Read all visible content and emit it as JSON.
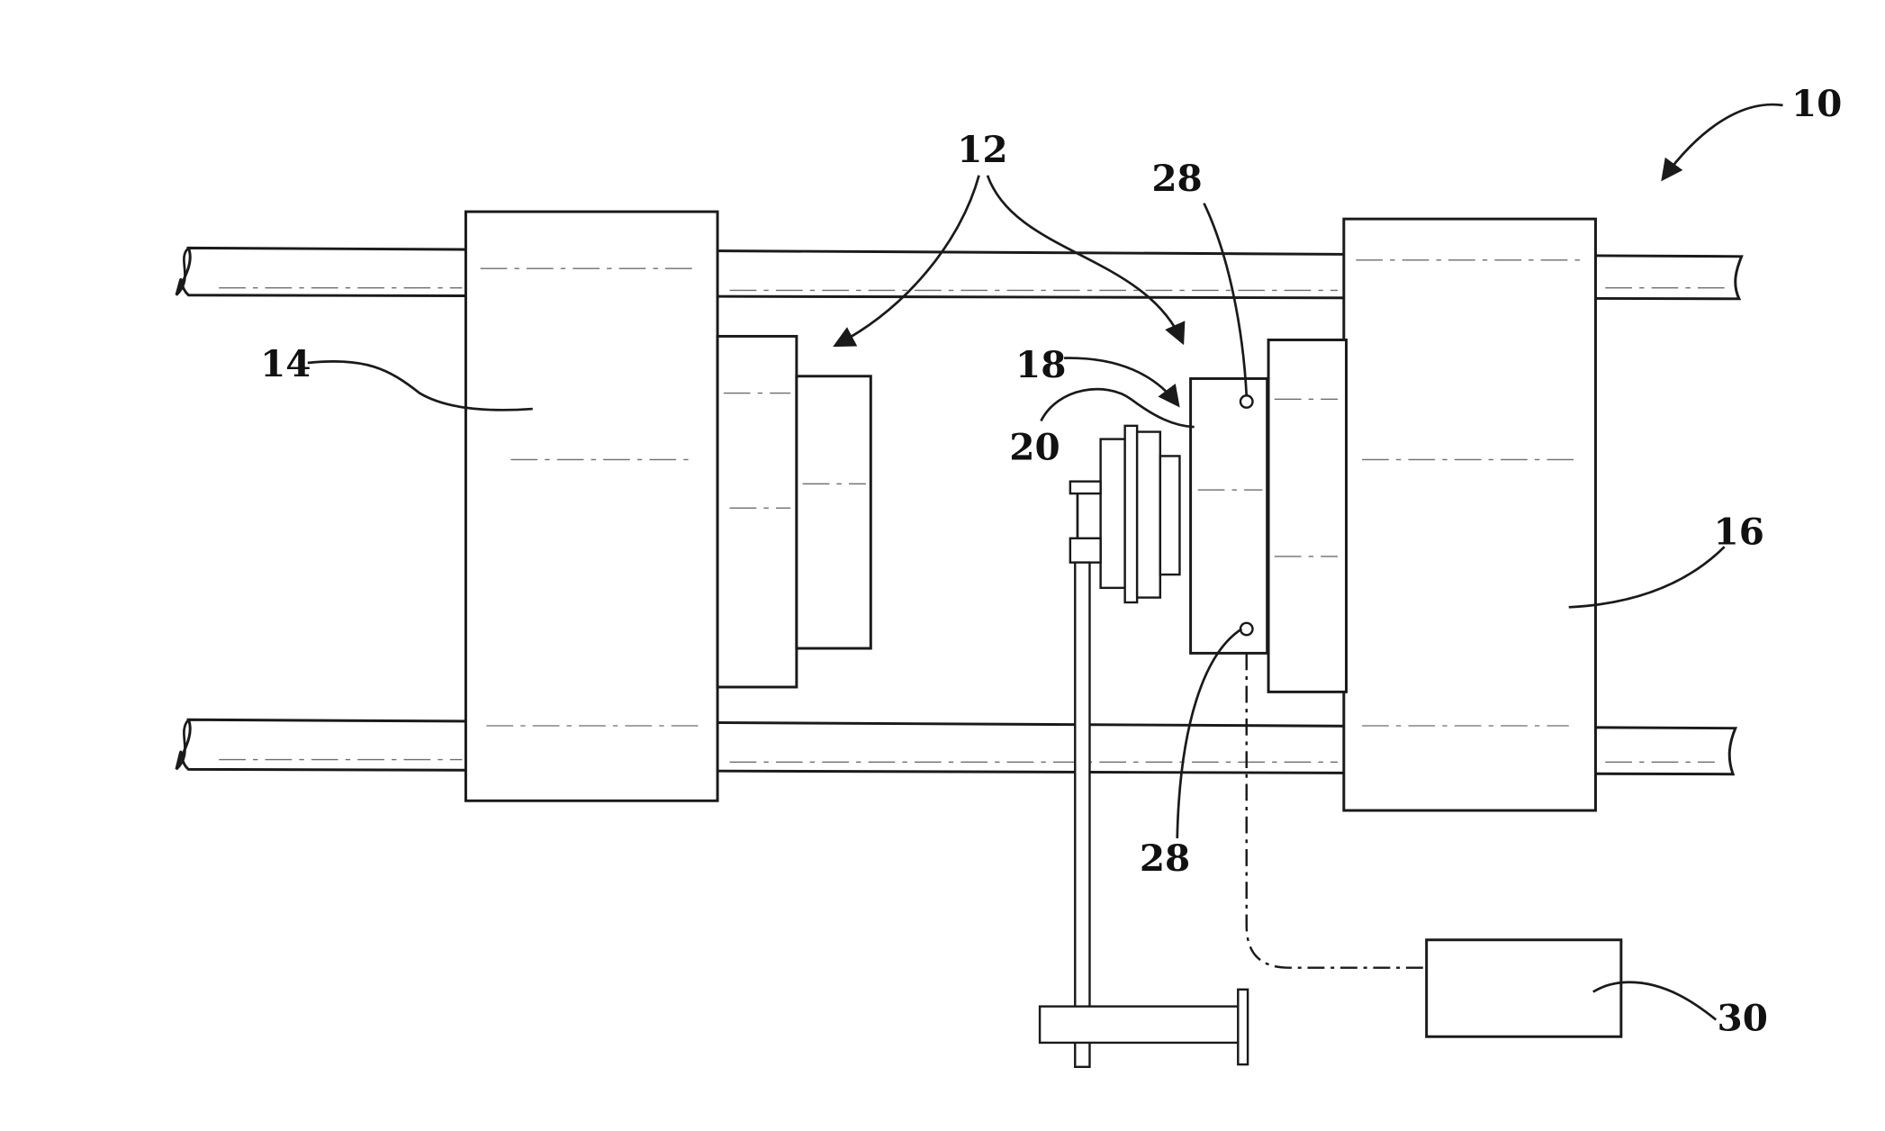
{
  "labels": {
    "assembly": "10",
    "mold_halves": "12",
    "left_platen": "14",
    "right_platen": "16",
    "mold_half": "18",
    "mold_face": "20",
    "sensor_top": "28",
    "sensor_bottom": "28",
    "controller": "30"
  },
  "colors": {
    "line": "#1a1a1a",
    "background": "#ffffff"
  }
}
